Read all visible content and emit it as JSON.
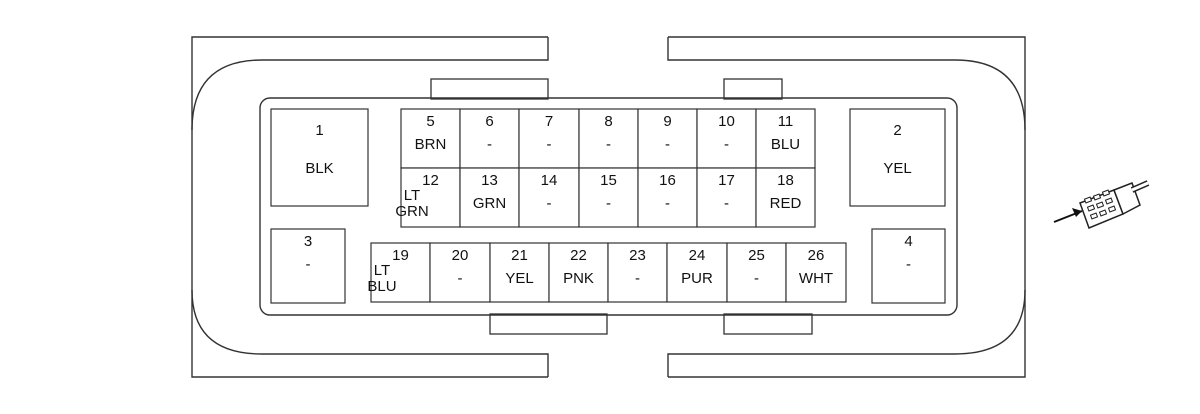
{
  "connector": {
    "pins": [
      {
        "id": "1",
        "color": "BLK"
      },
      {
        "id": "2",
        "color": "YEL"
      },
      {
        "id": "3",
        "color": "-"
      },
      {
        "id": "4",
        "color": "-"
      },
      {
        "id": "5",
        "color": "BRN"
      },
      {
        "id": "6",
        "color": "-"
      },
      {
        "id": "7",
        "color": "-"
      },
      {
        "id": "8",
        "color": "-"
      },
      {
        "id": "9",
        "color": "-"
      },
      {
        "id": "10",
        "color": "-"
      },
      {
        "id": "11",
        "color": "BLU"
      },
      {
        "id": "12",
        "color": "LT\nGRN"
      },
      {
        "id": "13",
        "color": "GRN"
      },
      {
        "id": "14",
        "color": "-"
      },
      {
        "id": "15",
        "color": "-"
      },
      {
        "id": "16",
        "color": "-"
      },
      {
        "id": "17",
        "color": "-"
      },
      {
        "id": "18",
        "color": "RED"
      },
      {
        "id": "19",
        "color": "LT\nBLU"
      },
      {
        "id": "20",
        "color": "-"
      },
      {
        "id": "21",
        "color": "YEL"
      },
      {
        "id": "22",
        "color": "PNK"
      },
      {
        "id": "23",
        "color": "-"
      },
      {
        "id": "24",
        "color": "PUR"
      },
      {
        "id": "25",
        "color": "-"
      },
      {
        "id": "26",
        "color": "WHT"
      }
    ]
  },
  "icons": {
    "locator": "connector-view-arrow-icon"
  }
}
